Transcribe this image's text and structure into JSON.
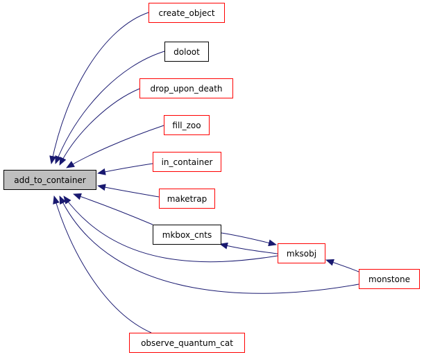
{
  "graph": {
    "root": {
      "id": "add_to_container",
      "label": "add_to_container"
    },
    "nodes": [
      {
        "id": "create_object",
        "label": "create_object",
        "border": "#ff0000"
      },
      {
        "id": "doloot",
        "label": "doloot",
        "border": "#000000"
      },
      {
        "id": "drop_upon_death",
        "label": "drop_upon_death",
        "border": "#ff0000"
      },
      {
        "id": "fill_zoo",
        "label": "fill_zoo",
        "border": "#ff0000"
      },
      {
        "id": "in_container",
        "label": "in_container",
        "border": "#ff0000"
      },
      {
        "id": "maketrap",
        "label": "maketrap",
        "border": "#ff0000"
      },
      {
        "id": "mkbox_cnts",
        "label": "mkbox_cnts",
        "border": "#000000"
      },
      {
        "id": "mksobj",
        "label": "mksobj",
        "border": "#ff0000"
      },
      {
        "id": "monstone",
        "label": "monstone",
        "border": "#ff0000"
      },
      {
        "id": "observe_quantum_cat",
        "label": "observe_quantum_cat",
        "border": "#ff0000"
      }
    ],
    "edges": [
      {
        "from": "create_object",
        "to": "add_to_container"
      },
      {
        "from": "doloot",
        "to": "add_to_container"
      },
      {
        "from": "drop_upon_death",
        "to": "add_to_container"
      },
      {
        "from": "fill_zoo",
        "to": "add_to_container"
      },
      {
        "from": "in_container",
        "to": "add_to_container"
      },
      {
        "from": "maketrap",
        "to": "add_to_container"
      },
      {
        "from": "mkbox_cnts",
        "to": "add_to_container"
      },
      {
        "from": "mksobj",
        "to": "add_to_container"
      },
      {
        "from": "monstone",
        "to": "add_to_container"
      },
      {
        "from": "observe_quantum_cat",
        "to": "add_to_container"
      },
      {
        "from": "mksobj",
        "to": "mkbox_cnts"
      },
      {
        "from": "mkbox_cnts",
        "to": "mksobj"
      },
      {
        "from": "monstone",
        "to": "mksobj"
      }
    ],
    "colors": {
      "edge": "#191970",
      "root_fill": "#bfbfbf",
      "node_border_red": "#ff0000",
      "node_border_black": "#000000"
    }
  }
}
